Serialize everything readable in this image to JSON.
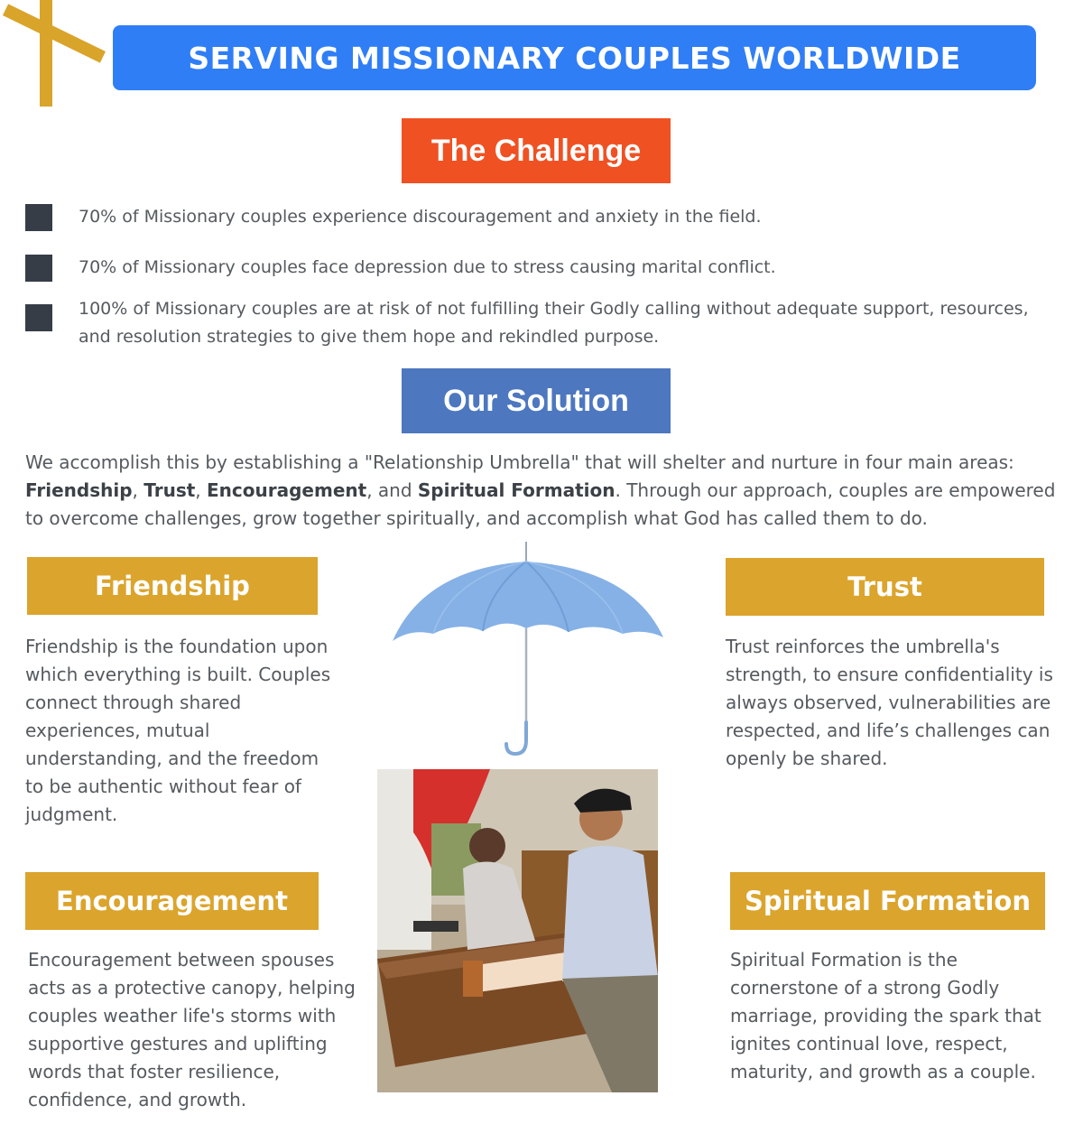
{
  "header": {
    "banner": "SERVING MISSIONARY COUPLES WORLDWIDE"
  },
  "challenge": {
    "title": "The Challenge",
    "items": [
      "70% of Missionary couples experience discouragement and anxiety in the field.",
      "70% of Missionary couples  face depression  due to stress causing marital conflict.",
      "100% of Missionary couples are at risk of not fulfilling their Godly calling without adequate support, resources, and resolution strategies to give them hope and rekindled purpose."
    ]
  },
  "solution": {
    "title": "Our Solution",
    "intro_1": "We accomplish this by establishing a \"Relationship Umbrella\" that will shelter and nurture in four main areas: ",
    "area_1": "Friendship",
    "sep_1": ", ",
    "area_2": "Trust",
    "sep_2": ", ",
    "area_3": "Encouragement",
    "sep_3": ", and ",
    "area_4": "Spiritual Formation",
    "intro_2": ". Through our approach, couples are empowered to overcome challenges, grow together spiritually, and accomplish what God has called them to do."
  },
  "pillars": {
    "friendship": {
      "title": "Friendship",
      "text": "Friendship is the foundation upon which everything is built. Couples connect through shared experiences, mutual understanding, and the freedom to be authentic without  fear of judgment."
    },
    "trust": {
      "title": "Trust",
      "text": "Trust reinforces the umbrella's strength, to ensure confidentiality is always observed, vulnerabilities are respected, and life’s challenges can openly be shared."
    },
    "encouragement": {
      "title": "Encouragement",
      "text": "Encouragement between spouses acts as a protective canopy, helping couples weather life's storms with supportive gestures and uplifting words that foster resilience, confidence, and growth."
    },
    "spiritual_formation": {
      "title": "Spiritual Formation",
      "text": "Spiritual Formation is the cornerstone of a strong Godly marriage, providing the spark that ignites continual love, respect, maturity, and growth as a couple."
    }
  },
  "colors": {
    "banner_blue": "#2f7ef6",
    "challenge_orange": "#f05123",
    "solution_blue": "#4d77bf",
    "pillar_gold": "#dba42c",
    "bullet_dark": "#363d47"
  },
  "icons": {
    "cross": "cross-icon",
    "umbrella": "umbrella-icon",
    "photo": "couple-photo"
  }
}
